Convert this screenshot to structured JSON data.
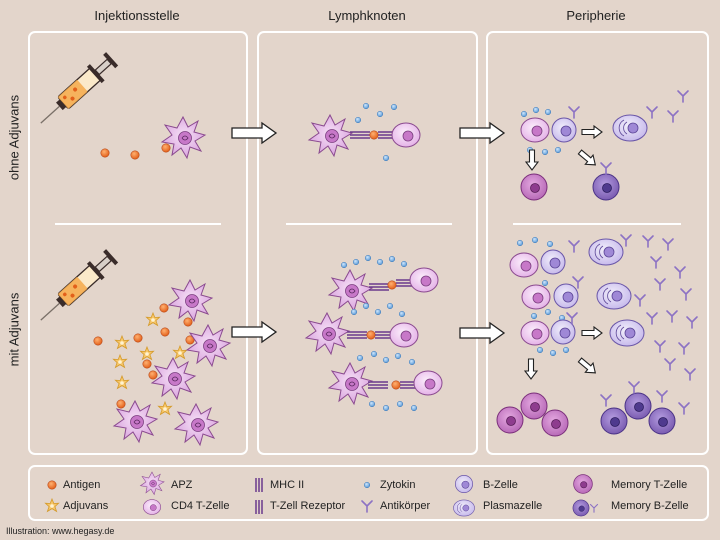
{
  "columns": [
    "Injektionsstelle",
    "Lymphknoten",
    "Peripherie"
  ],
  "rows": [
    "ohne Adjuvans",
    "mit Adjuvans"
  ],
  "legend": [
    {
      "icon": "antigen-icon",
      "label": "Antigen"
    },
    {
      "icon": "adjuvans-icon",
      "label": "Adjuvans"
    },
    {
      "icon": "apz-icon",
      "label": "APZ"
    },
    {
      "icon": "cd4-t-cell-icon",
      "label": "CD4 T-Zelle"
    },
    {
      "icon": "mhc-ii-icon",
      "label": "MHC II"
    },
    {
      "icon": "t-cell-receptor-icon",
      "label": "T-Zell Rezeptor"
    },
    {
      "icon": "cytokine-icon",
      "label": "Zytokin"
    },
    {
      "icon": "antibody-icon",
      "label": "Antikörper"
    },
    {
      "icon": "b-cell-icon",
      "label": "B-Zelle"
    },
    {
      "icon": "plasma-cell-icon",
      "label": "Plasmazelle"
    },
    {
      "icon": "memory-t-cell-icon",
      "label": "Memory T-Zelle"
    },
    {
      "icon": "memory-b-cell-icon",
      "label": "Memory B-Zelle"
    }
  ],
  "credit": "Illustration: www.hegasy.de",
  "colors": {
    "background": "#e3d5cb",
    "antigen": "#f07a2a",
    "adjuvans": "#f6c66a",
    "apz": "#e6b6e8",
    "t_cell": "#eec6f0",
    "b_cell": "#d6cdf0",
    "memory_t": "#c882c8",
    "memory_b": "#8b6cc0",
    "cytokine": "#7fb6e6",
    "mhc": "#6a3a8c"
  }
}
